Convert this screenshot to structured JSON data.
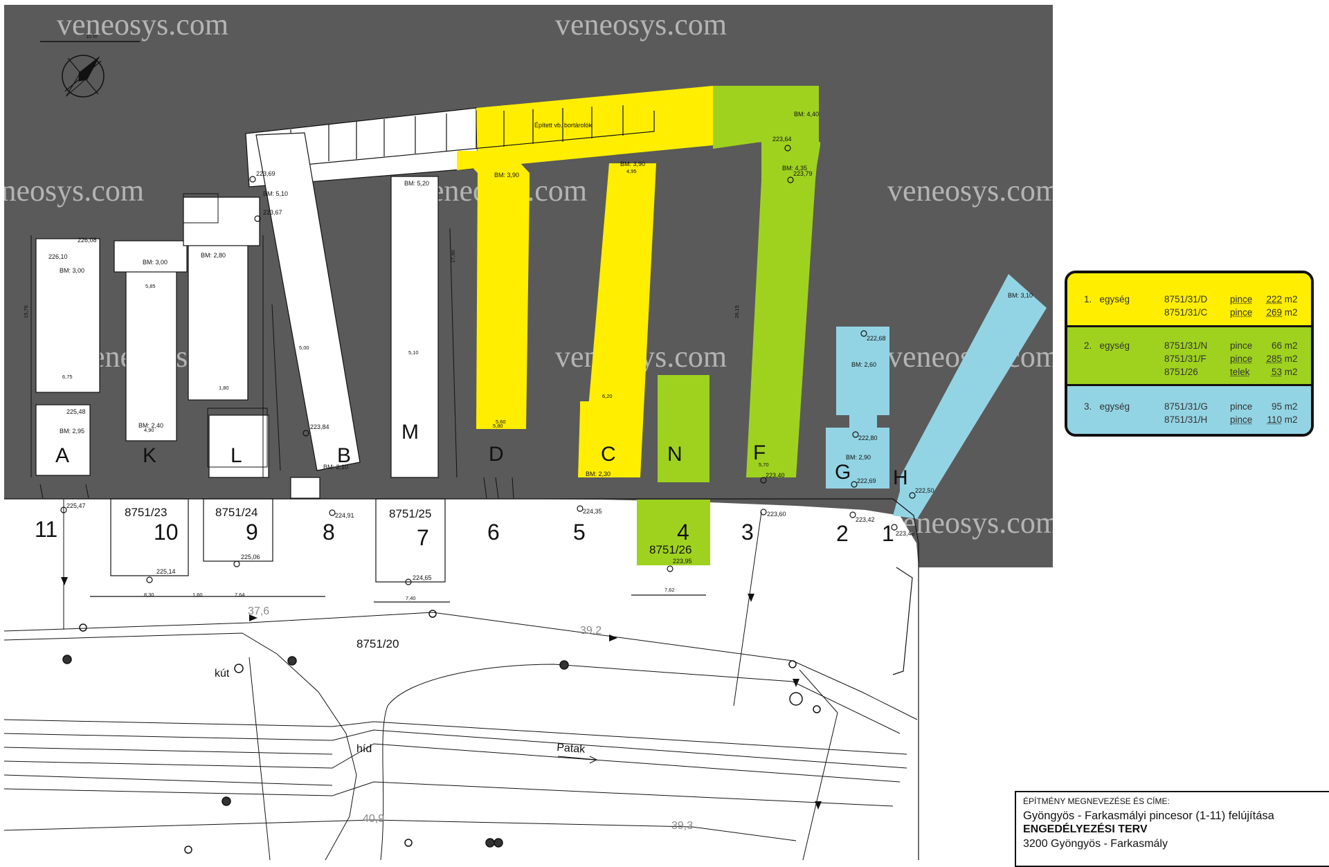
{
  "watermark": "veneosys.com",
  "colors": {
    "background": "#5a5a5a",
    "unit1": "#ffee00",
    "unit2": "#9fd21f",
    "unit3": "#93d4e4",
    "building": "#ffffff",
    "line": "#111111"
  },
  "plan": {
    "building_label": "Épített vb. bortárolók",
    "units": [
      "A",
      "K",
      "L",
      "B",
      "M",
      "D",
      "C",
      "N",
      "F",
      "G",
      "H"
    ],
    "lots": [
      "11",
      "10",
      "9",
      "8",
      "7",
      "6",
      "5",
      "4",
      "3",
      "2",
      "1"
    ],
    "parcels": [
      "8751/23",
      "8751/24",
      "8751/25",
      "8751/26",
      "8751/20"
    ],
    "place_labels": {
      "well": "kút",
      "bridge": "híd",
      "stream": "Patak"
    },
    "contours": [
      "37,6",
      "39,2",
      "40,9",
      "39,3"
    ],
    "bm_labels": [
      "BM: 3,00",
      "BM: 2,95",
      "BM: 3,00",
      "BM: 2,40",
      "BM: 2,80",
      "BM: 5,10",
      "BM: 2,10",
      "BM: 5,20",
      "BM: 3,90",
      "BM: 3,90",
      "BM: 2,30",
      "BM: 4,40",
      "BM: 4,35",
      "BM: 2,60",
      "BM: 2,90",
      "BM: 3,10"
    ],
    "elevations": [
      "226,10",
      "226,08",
      "225,48",
      "225,47",
      "225,14",
      "225,06",
      "224,91",
      "224,65",
      "224,35",
      "223,95",
      "223,69",
      "223,67",
      "223,84",
      "223,64",
      "223,79",
      "223,40",
      "223,60",
      "222,68",
      "222,80",
      "222,69",
      "223,42",
      "222,50",
      "223,48"
    ],
    "dimensions": [
      "6,75",
      "5,85",
      "5,80",
      "4,90",
      "5,00",
      "5,10",
      "5,60",
      "6,20",
      "5,70",
      "8,30",
      "7,40",
      "7,62",
      "7,64",
      "1,80",
      "1,60",
      "4,95",
      "17,90",
      "15,76",
      "26,15"
    ],
    "scale": "10 m"
  },
  "legend": {
    "rows": [
      {
        "num": "1.",
        "unit": "egység",
        "items": [
          {
            "code": "8751/31/D",
            "type": "pince",
            "area": "222",
            "unit": "m2"
          },
          {
            "code": "8751/31/C",
            "type": "pince",
            "area": "269",
            "unit": "m2"
          }
        ]
      },
      {
        "num": "2.",
        "unit": "egység",
        "items": [
          {
            "code": "8751/31/N",
            "type": "pince",
            "area": "66",
            "unit": "m2"
          },
          {
            "code": "8751/31/F",
            "type": "pince",
            "area": "285",
            "unit": "m2"
          },
          {
            "code": "8751/26",
            "type": "telek",
            "area": "53",
            "unit": "m2"
          }
        ]
      },
      {
        "num": "3.",
        "unit": "egység",
        "items": [
          {
            "code": "8751/31/G",
            "type": "pince",
            "area": "95",
            "unit": "m2"
          },
          {
            "code": "8751/31/H",
            "type": "pince",
            "area": "110",
            "unit": "m2"
          }
        ]
      }
    ]
  },
  "title_block": {
    "heading": "ÉPÍTMÉNY MEGNEVEZÉSE ÉS CÍME:",
    "project": "Gyöngyös - Farkasmályi pincesor (1-11) felújítása",
    "plan_type": "ENGEDÉLYEZÉSI TERV",
    "address": "3200 Gyöngyös - Farkasmály"
  }
}
